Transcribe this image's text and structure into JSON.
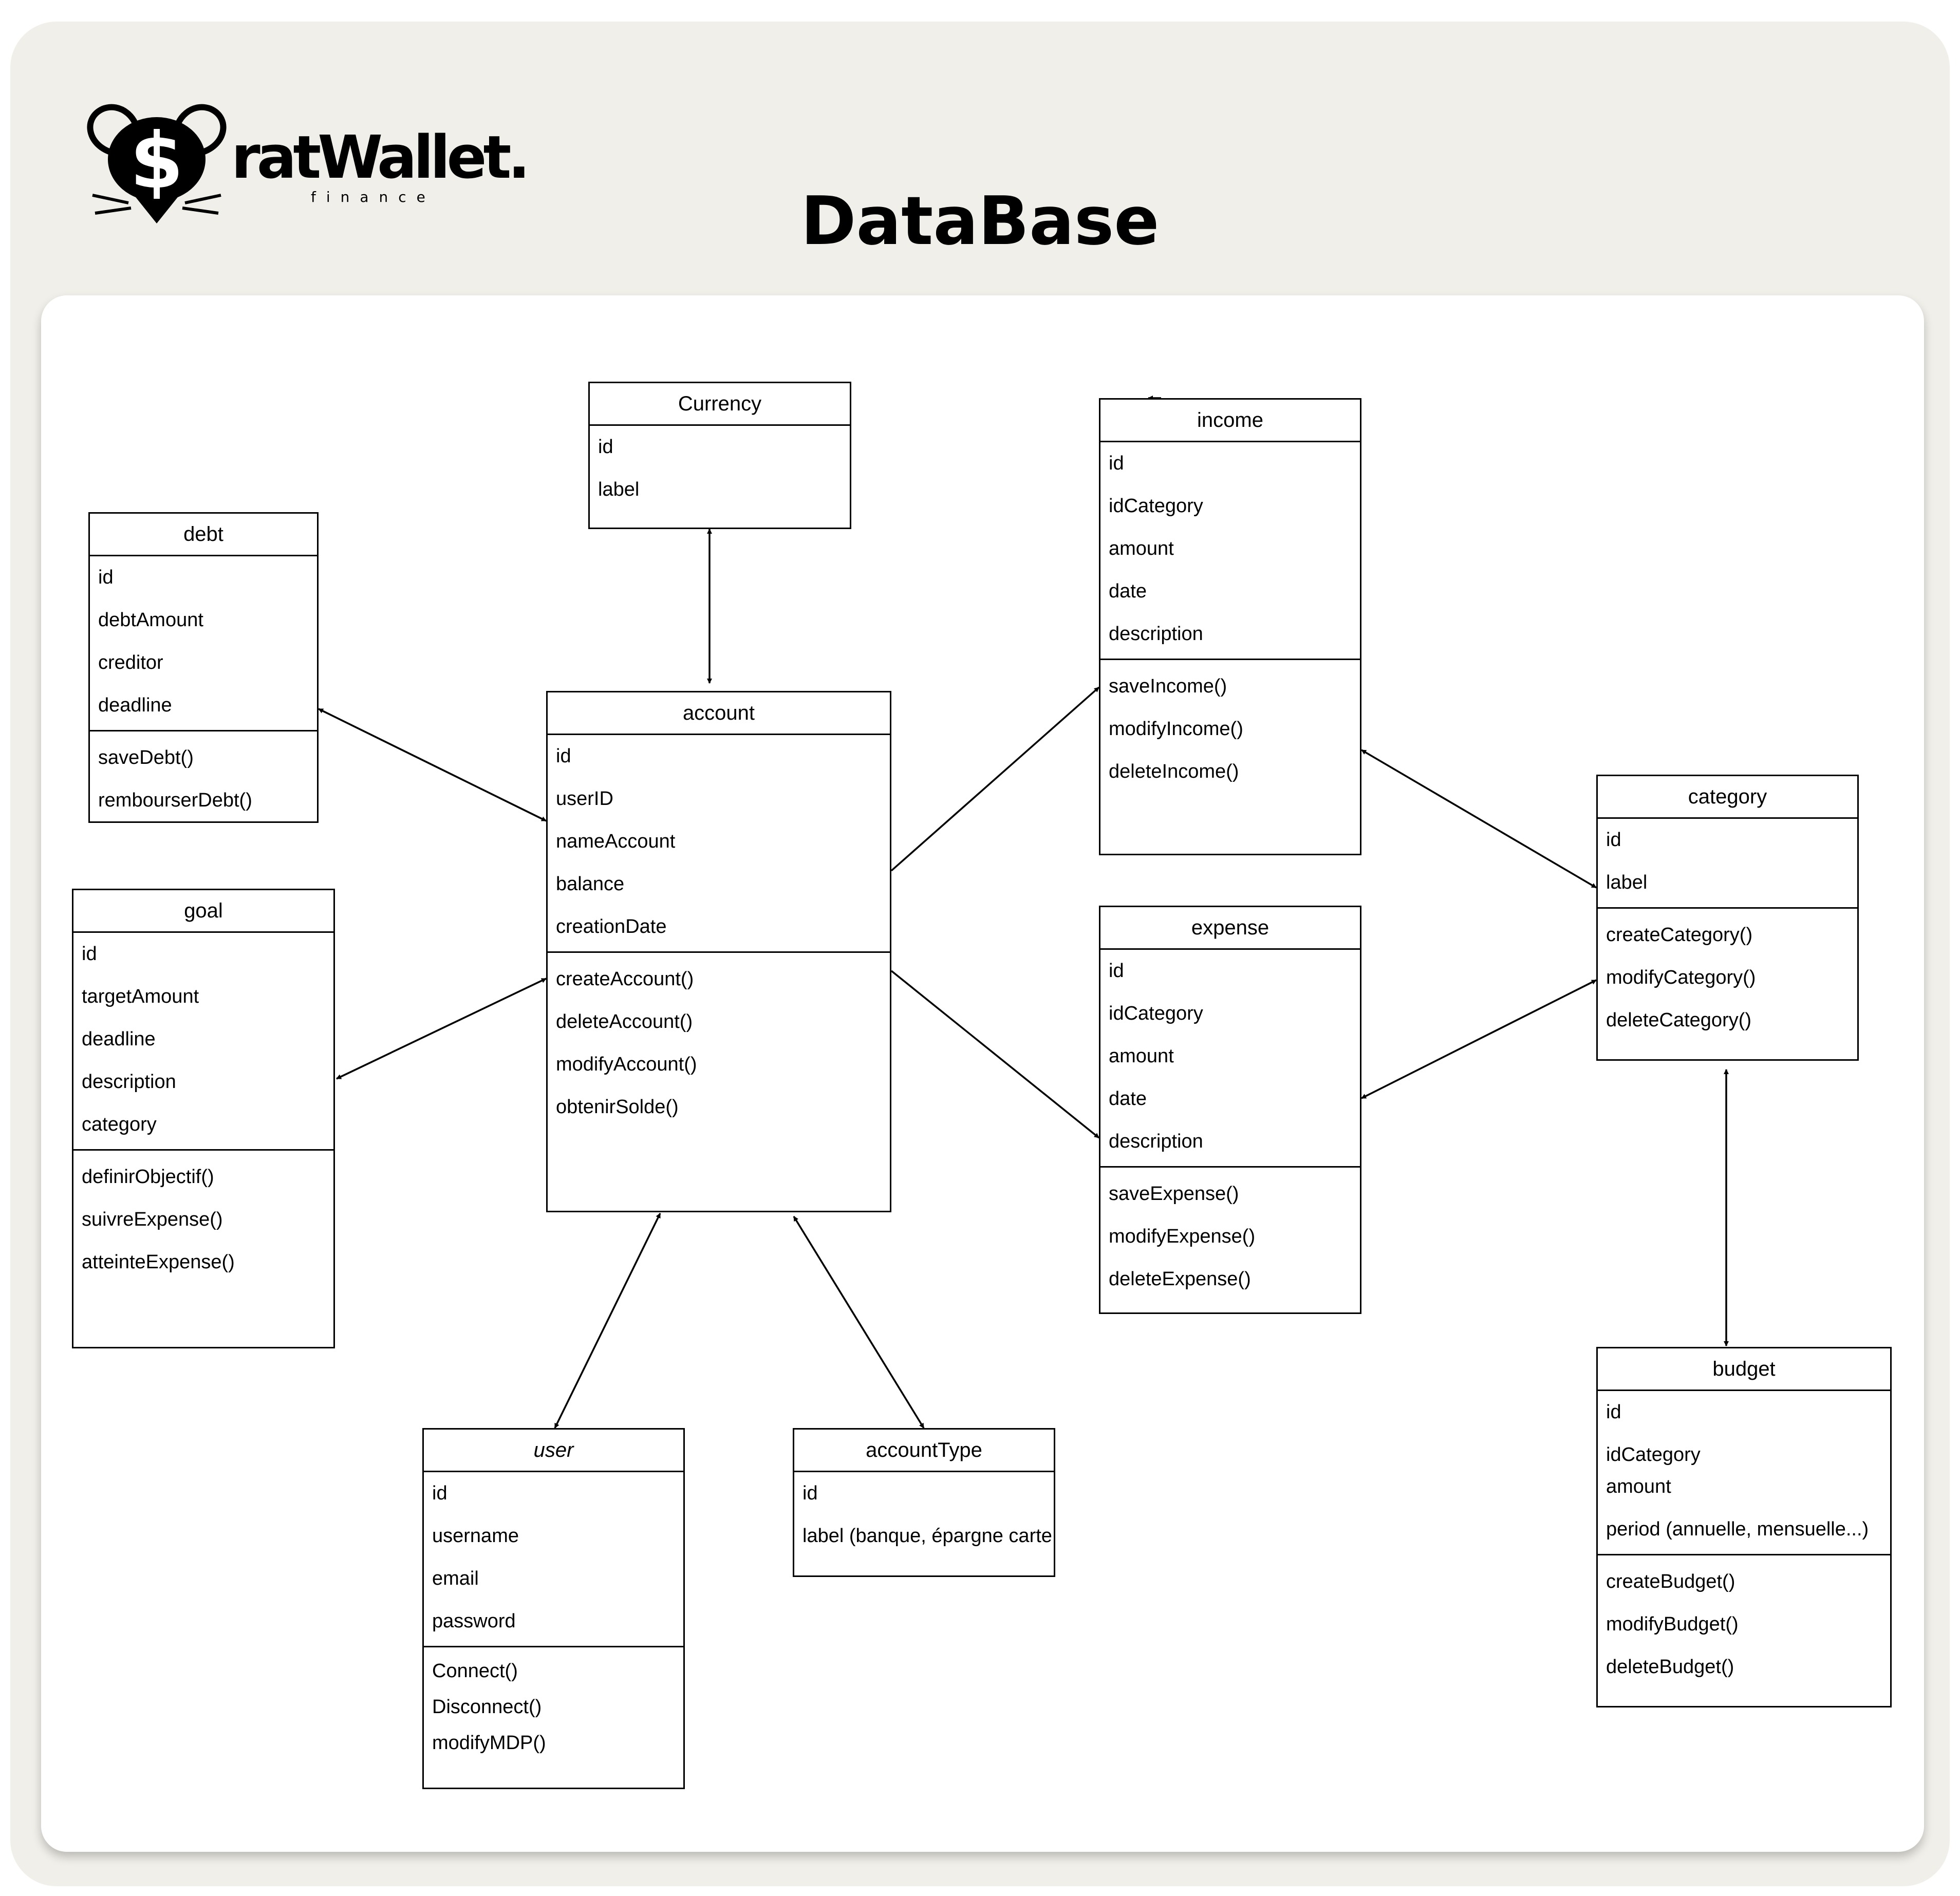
{
  "brand": {
    "name": "ratWallet.",
    "tagline": "finance"
  },
  "page_title": "DataBase",
  "classes": {
    "currency": {
      "title": "Currency",
      "attrs": [
        "id",
        "label"
      ],
      "methods": []
    },
    "debt": {
      "title": "debt",
      "attrs": [
        "id",
        "debtAmount",
        "creditor",
        "deadline"
      ],
      "methods": [
        "saveDebt()",
        "rembourserDebt()"
      ]
    },
    "goal": {
      "title": "goal",
      "attrs": [
        "id",
        "targetAmount",
        "deadline",
        "description",
        "category"
      ],
      "methods": [
        "definirObjectif()",
        "suivreExpense()",
        "atteinteExpense()"
      ]
    },
    "account": {
      "title": "account",
      "attrs": [
        "id",
        "userID",
        "nameAccount",
        "balance",
        "creationDate"
      ],
      "methods": [
        "createAccount()",
        "deleteAccount()",
        "modifyAccount()",
        "obtenirSolde()"
      ]
    },
    "income": {
      "title": "income",
      "attrs": [
        "id",
        "idCategory",
        "amount",
        "date",
        "description"
      ],
      "methods": [
        "saveIncome()",
        "modifyIncome()",
        "deleteIncome()"
      ]
    },
    "expense": {
      "title": "expense",
      "attrs": [
        "id",
        "idCategory",
        "amount",
        "date",
        "description"
      ],
      "methods": [
        "saveExpense()",
        "modifyExpense()",
        "deleteExpense()"
      ]
    },
    "category": {
      "title": "category",
      "attrs": [
        "id",
        "label"
      ],
      "methods": [
        "createCategory()",
        "modifyCategory()",
        "deleteCategory()"
      ]
    },
    "user": {
      "title": "user",
      "attrs": [
        "id",
        "username",
        "email",
        "password"
      ],
      "methods": [
        "Connect()",
        "Disconnect()",
        "modifyMDP()"
      ]
    },
    "accountType": {
      "title": "accountType",
      "attrs": [
        "id",
        "label (banque, épargne carte"
      ],
      "methods": []
    },
    "budget": {
      "title": "budget",
      "attrs": [
        "id",
        "idCategory",
        "amount",
        "period (annuelle, mensuelle...)"
      ],
      "methods": [
        "createBudget()",
        "modifyBudget()",
        "deleteBudget()"
      ]
    }
  },
  "relations": [
    {
      "from": "currency",
      "to": "account",
      "arrows": "both"
    },
    {
      "from": "debt",
      "to": "account",
      "arrows": "both"
    },
    {
      "from": "goal",
      "to": "account",
      "arrows": "both"
    },
    {
      "from": "account",
      "to": "income",
      "arrows": "end"
    },
    {
      "from": "account",
      "to": "expense",
      "arrows": "end"
    },
    {
      "from": "income",
      "to": "category",
      "arrows": "both"
    },
    {
      "from": "expense",
      "to": "category",
      "arrows": "both"
    },
    {
      "from": "category",
      "to": "budget",
      "arrows": "both"
    },
    {
      "from": "account",
      "to": "user",
      "arrows": "both"
    },
    {
      "from": "account",
      "to": "accountType",
      "arrows": "both"
    }
  ],
  "colors": {
    "outer_background": "#f1efe9",
    "canvas_background": "#ffffff",
    "ink": "#000000"
  }
}
